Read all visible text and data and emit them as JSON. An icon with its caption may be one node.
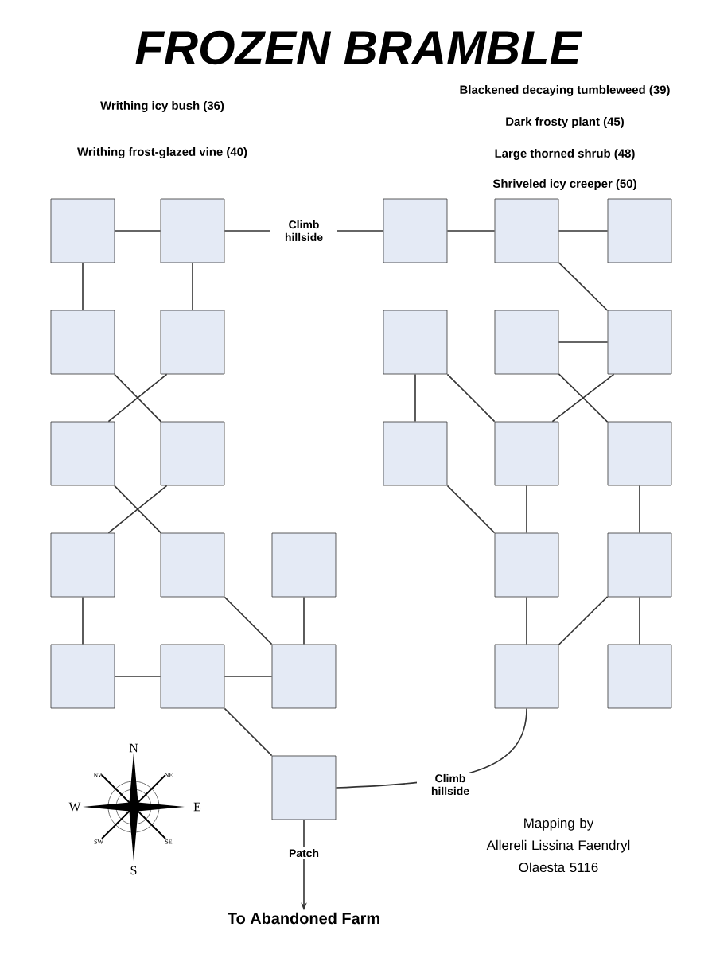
{
  "diagram": {
    "title": "FROZEN BRAMBLE",
    "nodes": [
      {
        "text": [],
        "shape": "box"
      },
      {
        "text": [],
        "shape": "box"
      },
      {
        "text": [],
        "shape": "box"
      },
      {
        "text": [],
        "shape": "box"
      },
      {
        "text": [],
        "shape": "box"
      },
      {
        "text": [],
        "shape": "box"
      },
      {
        "text": [],
        "shape": "box"
      },
      {
        "text": [],
        "shape": "box"
      },
      {
        "text": [],
        "shape": "box"
      },
      {
        "text": [],
        "shape": "box"
      },
      {
        "text": [],
        "shape": "box"
      },
      {
        "text": [],
        "shape": "box"
      },
      {
        "text": [],
        "shape": "box"
      },
      {
        "text": [],
        "shape": "box"
      },
      {
        "text": [],
        "shape": "box"
      },
      {
        "text": [],
        "shape": "box"
      },
      {
        "text": [],
        "shape": "box"
      },
      {
        "text": [],
        "shape": "box"
      },
      {
        "text": [],
        "shape": "box"
      },
      {
        "text": [],
        "shape": "box"
      },
      {
        "text": [],
        "shape": "box"
      },
      {
        "text": [],
        "shape": "box"
      },
      {
        "text": [],
        "shape": "box"
      },
      {
        "text": [],
        "shape": "box"
      },
      {
        "text": [],
        "shape": "box"
      },
      {
        "text": [],
        "shape": "box"
      },
      {
        "text": [
          "To Abandoned Farm"
        ]
      }
    ],
    "edges": [
      {
        "from": 0,
        "to": 1,
        "arrow": "none"
      },
      {
        "from": 1,
        "to": 2,
        "arrow": "none",
        "label": "Climb hillside"
      },
      {
        "from": 2,
        "to": 3,
        "arrow": "none"
      },
      {
        "from": 3,
        "to": 4,
        "arrow": "none"
      },
      {
        "from": 3,
        "to": 9,
        "arrow": "none"
      },
      {
        "from": 0,
        "to": 5,
        "arrow": "none"
      },
      {
        "from": 1,
        "to": 6,
        "arrow": "none"
      },
      {
        "from": 5,
        "to": 11,
        "arrow": "none"
      },
      {
        "from": 6,
        "to": 10,
        "arrow": "none"
      },
      {
        "from": 8,
        "to": 9,
        "arrow": "none"
      },
      {
        "from": 8,
        "to": 14,
        "arrow": "none"
      },
      {
        "from": 9,
        "to": 13,
        "arrow": "none"
      },
      {
        "from": 7,
        "to": 12,
        "arrow": "none"
      },
      {
        "from": 7,
        "to": 13,
        "arrow": "none"
      },
      {
        "from": 10,
        "to": 16,
        "arrow": "none"
      },
      {
        "from": 11,
        "to": 15,
        "arrow": "none"
      },
      {
        "from": 15,
        "to": 20,
        "arrow": "none"
      },
      {
        "from": 20,
        "to": 21,
        "arrow": "none"
      },
      {
        "from": 21,
        "to": 22,
        "arrow": "none"
      },
      {
        "from": 17,
        "to": 22,
        "arrow": "none"
      },
      {
        "from": 16,
        "to": 22,
        "arrow": "none"
      },
      {
        "from": 21,
        "to": 25,
        "arrow": "none"
      },
      {
        "from": 12,
        "to": 18,
        "arrow": "none"
      },
      {
        "from": 13,
        "to": 18,
        "arrow": "none"
      },
      {
        "from": 14,
        "to": 19,
        "arrow": "none"
      },
      {
        "from": 18,
        "to": 23,
        "arrow": "none"
      },
      {
        "from": 19,
        "to": 23,
        "arrow": "none"
      },
      {
        "from": 19,
        "to": 24,
        "arrow": "none"
      },
      {
        "from": 23,
        "to": 25,
        "arrow": "none",
        "label": "Climb hillside"
      },
      {
        "from": 25,
        "to": 26,
        "arrow": "to",
        "label": "Patch"
      }
    ],
    "labels": [
      "Blackened decaying tumbleweed (39)",
      "Writhing icy bush (36)",
      "Dark frosty plant (45)",
      "Writhing frost-glazed vine (40)",
      "Large thorned shrub (48)",
      "Shriveled icy creeper (50)",
      "N",
      "NW",
      "NE",
      "W",
      "E",
      "SW",
      "SE",
      "S",
      "Mapping by Allereli Lissina Faendryl Olaesta 5116"
    ]
  }
}
